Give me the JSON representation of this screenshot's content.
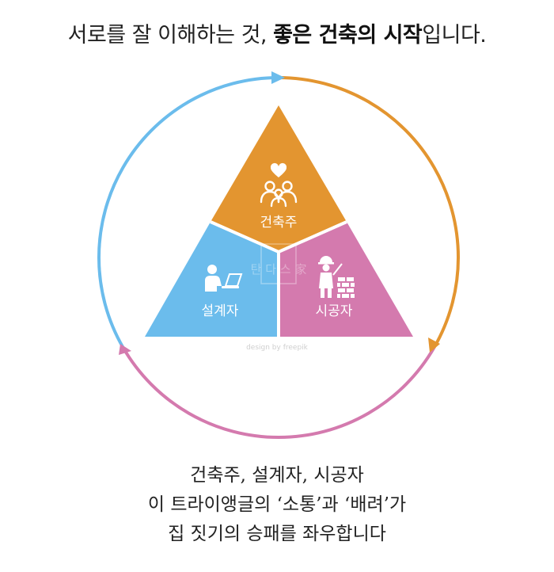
{
  "headline": {
    "normal_1": "서로를 잘 이해하는 것, ",
    "bold": "좋은 건축의 시작",
    "normal_2": "입니다."
  },
  "diagram": {
    "top": {
      "label": "건축주",
      "color": "#E39530",
      "icon": "people-heart-icon"
    },
    "left": {
      "label": "설계자",
      "color": "#6BBCEC",
      "icon": "designer-laptop-icon"
    },
    "right": {
      "label": "시공자",
      "color": "#D47AAE",
      "icon": "worker-bricks-icon"
    },
    "cycle_colors": {
      "top_right": "#E39530",
      "bottom": "#D47AAE",
      "left": "#6BBCEC"
    },
    "watermark": "탄 다 스 家",
    "credit": "design by freepik"
  },
  "footer": {
    "line1": "건축주, 설계자, 시공자",
    "line2": "이 트라이앵글의 ‘소통’과 ‘배려’가",
    "line3": "집 짓기의 승패를 좌우합니다"
  }
}
